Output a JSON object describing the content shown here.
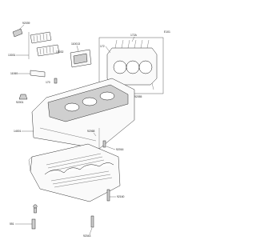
{
  "diagram": {
    "code": "E101",
    "labels": {
      "p92039": "92039",
      "p13031": "13031",
      "p13032": "13032",
      "p110013": "110013",
      "p11060": "11060",
      "p172": "172",
      "p92001": "92001",
      "p92055": "92055",
      "p92062": "92062",
      "p14001": "14001",
      "p92068": "92068",
      "p92016": "92016",
      "p92160": "92160",
      "p551": "551",
      "p92043": "92043",
      "p170": "170",
      "p172a": "172A"
    }
  }
}
